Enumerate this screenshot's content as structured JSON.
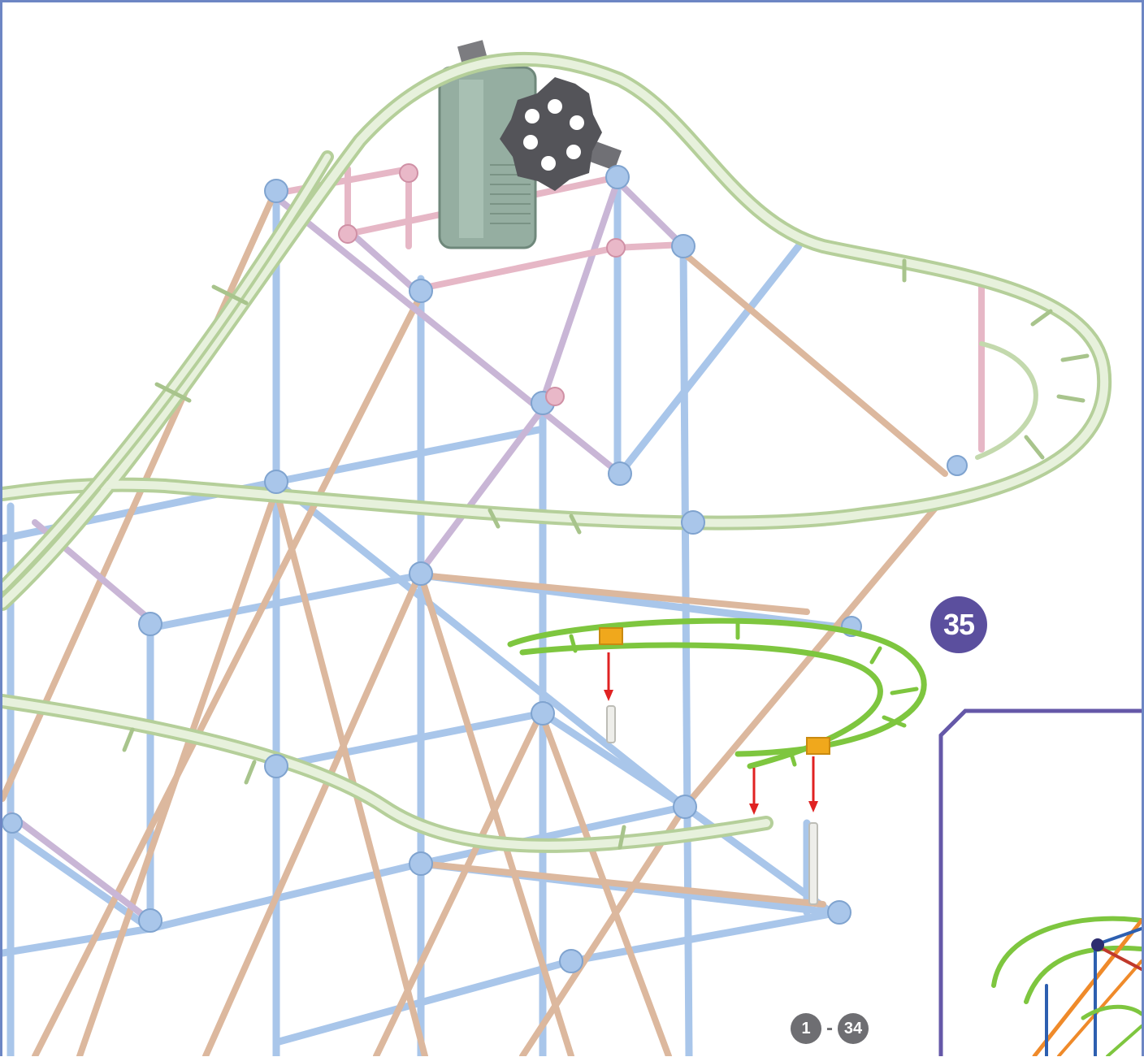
{
  "step": {
    "number": "35"
  },
  "reference": {
    "from": "1",
    "separator": "-",
    "to": "34"
  },
  "colors": {
    "frame_border": "#6d86c4",
    "badge": "#5b4f9e",
    "reference_badge": "#6e6e72",
    "track_existing": "#c5dcae",
    "track_new": "#7ec63f",
    "rod_blue": "#a9c6ea",
    "rod_tan": "#dcb89e",
    "rod_pink": "#e6b7c6",
    "motor": "#95aea1",
    "gear": "#545459",
    "connector_new": "#f0a81c",
    "arrow": "#e02222",
    "inset_border": "#6558a8"
  },
  "icons": [
    "motor-icon",
    "gear-icon",
    "down-arrow-icon"
  ]
}
